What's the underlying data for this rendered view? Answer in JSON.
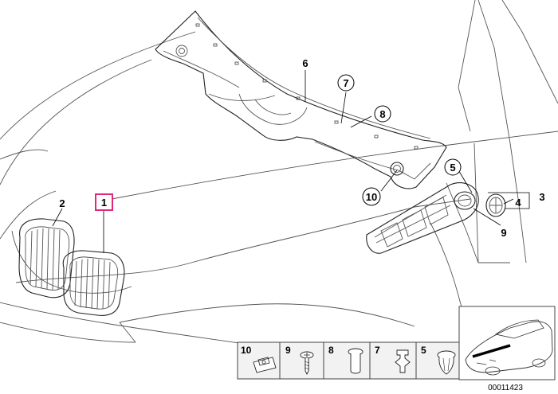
{
  "diagram": {
    "drawing_number": "00011423",
    "callouts": [
      {
        "id": "c1",
        "label": "1",
        "highlighted": true
      },
      {
        "id": "c2",
        "label": "2"
      },
      {
        "id": "c3",
        "label": "3"
      },
      {
        "id": "c4",
        "label": "4"
      },
      {
        "id": "c5",
        "label": "5",
        "circled": true
      },
      {
        "id": "c6",
        "label": "6"
      },
      {
        "id": "c7",
        "label": "7",
        "circled": true
      },
      {
        "id": "c8",
        "label": "8",
        "circled": true
      },
      {
        "id": "c9",
        "label": "9"
      },
      {
        "id": "c10",
        "label": "10",
        "circled": true
      }
    ],
    "fastener_legend": [
      {
        "label": "10"
      },
      {
        "label": "9"
      },
      {
        "label": "8"
      },
      {
        "label": "7"
      },
      {
        "label": "5"
      }
    ],
    "colors": {
      "line": "#555555",
      "label": "#000000",
      "highlight": "#e0287a",
      "panel": "#f2f2f2"
    }
  }
}
